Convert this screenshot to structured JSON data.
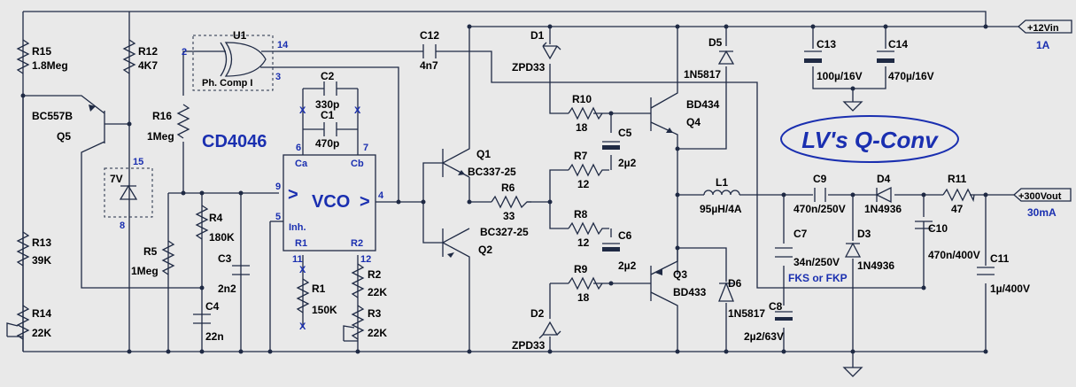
{
  "title": "LV's Q-Conv",
  "ports": {
    "vin": "+12Vin",
    "vin_current": "1A",
    "vout": "+300Vout",
    "vout_current": "30mA"
  },
  "ics": {
    "u1": {
      "ref": "U1",
      "name": "Ph. Comp I",
      "part": "CD4046",
      "pins": [
        "2",
        "14",
        "3"
      ]
    },
    "vco": {
      "name": "VCO",
      "arrow": ">",
      "in_arrow": ">",
      "ca": "Ca",
      "cb": "Cb",
      "inh": "Inh.",
      "r1": "R1",
      "r2": "R2",
      "pins": {
        "p6": "6",
        "p7": "7",
        "p9": "9",
        "p4": "4",
        "p5": "5",
        "p11": "11",
        "p12": "12"
      }
    },
    "zener_box": {
      "value": "7V",
      "pin_top": "15",
      "pin_bottom": "8"
    }
  },
  "nc_mark": "X",
  "parts": {
    "R15": {
      "ref": "R15",
      "value": "1.8Meg"
    },
    "R12": {
      "ref": "R12",
      "value": "4K7"
    },
    "R16": {
      "ref": "R16",
      "value": "1Meg"
    },
    "R13": {
      "ref": "R13",
      "value": "39K"
    },
    "R14": {
      "ref": "R14",
      "value": "22K"
    },
    "R4": {
      "ref": "R4",
      "value": "180K"
    },
    "R5": {
      "ref": "R5",
      "value": "1Meg"
    },
    "R1": {
      "ref": "R1",
      "value": "150K"
    },
    "R2": {
      "ref": "R2",
      "value": "22K"
    },
    "R3": {
      "ref": "R3",
      "value": "22K"
    },
    "R6": {
      "ref": "R6",
      "value": "33"
    },
    "R7": {
      "ref": "R7",
      "value": "12"
    },
    "R8": {
      "ref": "R8",
      "value": "12"
    },
    "R9": {
      "ref": "R9",
      "value": "18"
    },
    "R10": {
      "ref": "R10",
      "value": "18"
    },
    "R11": {
      "ref": "R11",
      "value": "47"
    },
    "C1": {
      "ref": "C1",
      "value": "470p"
    },
    "C2": {
      "ref": "C2",
      "value": "330p"
    },
    "C3": {
      "ref": "C3",
      "value": "2n2"
    },
    "C4": {
      "ref": "C4",
      "value": "22n"
    },
    "C5": {
      "ref": "C5",
      "value": "2µ2"
    },
    "C6": {
      "ref": "C6",
      "value": "2µ2"
    },
    "C7": {
      "ref": "C7",
      "value": "34n/250V",
      "note": "FKS or FKP"
    },
    "C8": {
      "ref": "C8",
      "value": "2µ2/63V"
    },
    "C9": {
      "ref": "C9",
      "value": "470n/250V"
    },
    "C10": {
      "ref": "C10",
      "value": "470n/400V"
    },
    "C11": {
      "ref": "C11",
      "value": "1µ/400V"
    },
    "C12": {
      "ref": "C12",
      "value": "4n7"
    },
    "C13": {
      "ref": "C13",
      "value": "100µ/16V"
    },
    "C14": {
      "ref": "C14",
      "value": "470µ/16V"
    },
    "Q1": {
      "ref": "Q1",
      "value": "BC337-25"
    },
    "Q2": {
      "ref": "Q2",
      "value": "BC327-25"
    },
    "Q3": {
      "ref": "Q3",
      "value": "BD433"
    },
    "Q4": {
      "ref": "Q4",
      "value": "BD434"
    },
    "Q5": {
      "ref": "Q5",
      "value": "BC557B"
    },
    "D1": {
      "ref": "D1",
      "value": "ZPD33"
    },
    "D2": {
      "ref": "D2",
      "value": "ZPD33"
    },
    "D3": {
      "ref": "D3",
      "value": "1N4936"
    },
    "D4": {
      "ref": "D4",
      "value": "1N4936"
    },
    "D5": {
      "ref": "D5",
      "value": "1N5817"
    },
    "D6": {
      "ref": "D6",
      "value": "1N5817"
    },
    "L1": {
      "ref": "L1",
      "value": "95µH/4A"
    }
  }
}
